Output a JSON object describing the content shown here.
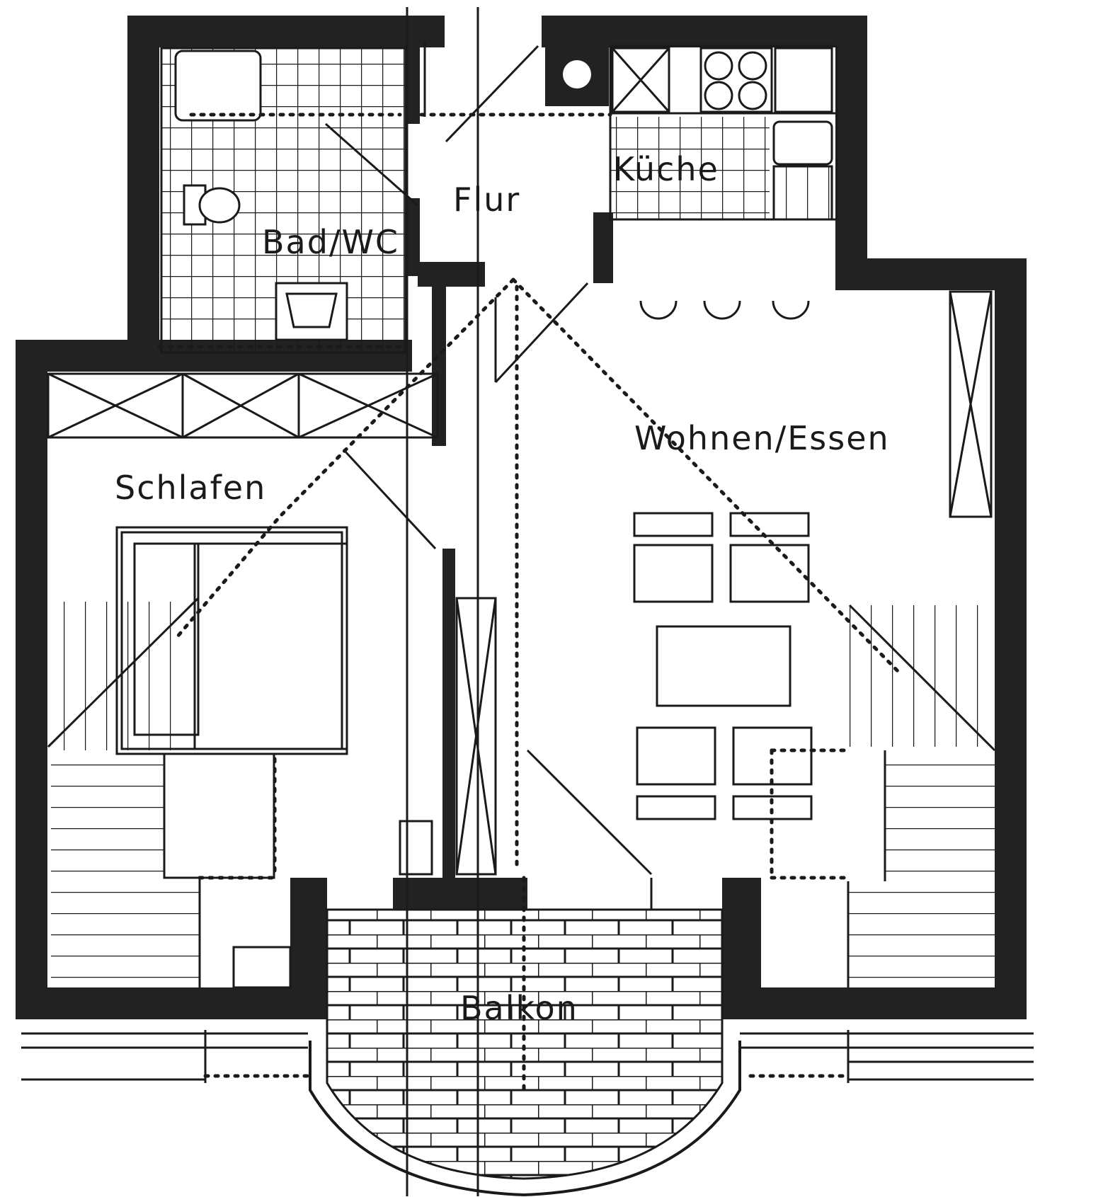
{
  "rooms": {
    "bath": "Bad/WC",
    "hall": "Flur",
    "kitchen": "Küche",
    "living": "Wohnen/Essen",
    "bedroom": "Schlafen",
    "balcony": "Balkon"
  }
}
